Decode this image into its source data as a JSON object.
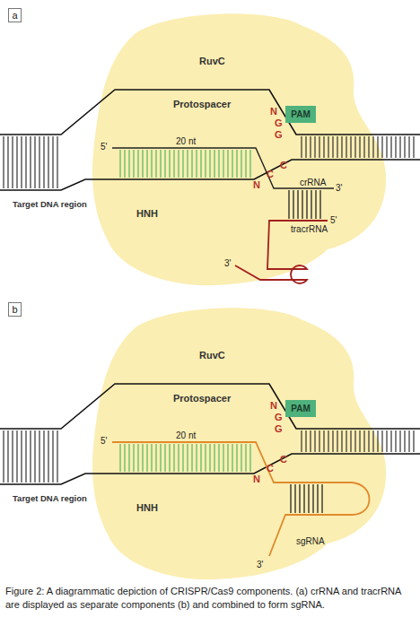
{
  "diagram": {
    "caption": "Figure 2: A diagrammatic depiction of CRISPR/Cas9 components. (a) crRNA and tracrRNA are displayed as separate components (b) and combined to form sgRNA.",
    "nodes": [
      {
        "text": [
          "a"
        ]
      },
      {
        "text": [
          "PAM"
        ]
      },
      {
        "text": [
          "b"
        ]
      },
      {
        "text": [
          "PAM"
        ]
      }
    ],
    "labels": [
      "RuvC",
      "Protospacer",
      "N",
      "G",
      "G",
      "Target DNA region",
      "5'",
      "20 nt",
      "N",
      "C",
      "C",
      "crRNA",
      "3'",
      "HNH",
      "tracrRNA",
      "5'",
      "3'",
      "RuvC",
      "Protospacer",
      "N",
      "G",
      "G",
      "Target DNA region",
      "5'",
      "20 nt",
      "N",
      "C",
      "C",
      "HNH",
      "sgRNA",
      "3'"
    ]
  }
}
